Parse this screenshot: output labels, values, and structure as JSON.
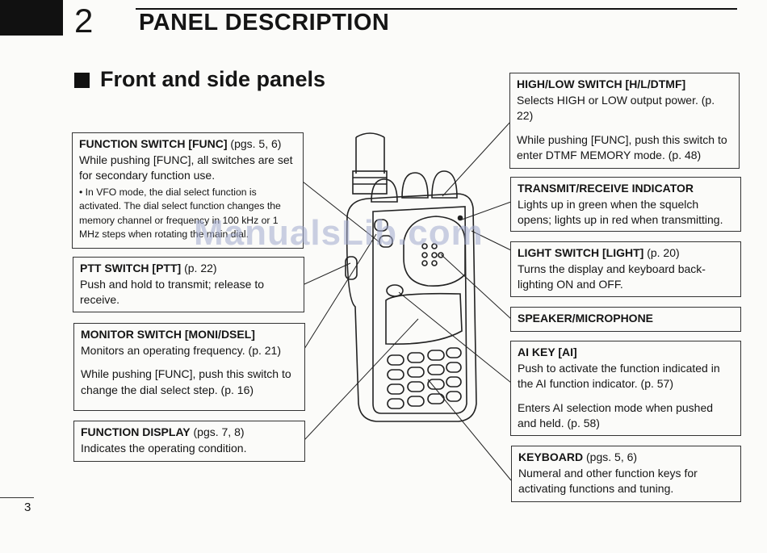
{
  "header": {
    "chapter_number": "2",
    "title": "PANEL DESCRIPTION"
  },
  "section": {
    "title": "Front and side panels"
  },
  "left_callouts": [
    {
      "title": "FUNCTION SWITCH [FUNC]",
      "ref": " (pgs. 5, 6)",
      "body": "While pushing [FUNC], all switches are set for secondary function use.",
      "note": "• In VFO mode, the dial select function is activated.  The dial select function changes the memory channel or frequency in 100 kHz or 1 MHz steps when rotating the main dial."
    },
    {
      "title": "PTT SWITCH [PTT]",
      "ref": " (p. 22)",
      "body": "Push and hold to transmit; release to receive."
    },
    {
      "title": "MONITOR SWITCH [MONI/DSEL]",
      "ref": "",
      "body": "Monitors an operating frequency. (p. 21)",
      "body2": "While pushing [FUNC], push this switch to change the dial select step. (p. 16)"
    },
    {
      "title": "FUNCTION DISPLAY",
      "ref": " (pgs. 7, 8)",
      "body": "Indicates the operating condition."
    }
  ],
  "right_callouts": [
    {
      "title": "HIGH/LOW SWITCH [H/L/DTMF]",
      "ref": "",
      "body": "Selects HIGH or LOW output power. (p. 22)",
      "body2": "While pushing [FUNC], push this switch to enter DTMF MEMORY mode. (p. 48)"
    },
    {
      "title": "TRANSMIT/RECEIVE INDICATOR",
      "ref": "",
      "body": "Lights up in green when the squelch opens; lights up in red when transmitting."
    },
    {
      "title": "LIGHT SWITCH [LIGHT]",
      "ref": " (p. 20)",
      "body": "Turns the display and keyboard back-lighting ON and OFF."
    },
    {
      "title": "SPEAKER/MICROPHONE",
      "ref": "",
      "body": ""
    },
    {
      "title": "AI KEY [AI]",
      "ref": "",
      "body": "Push to activate the function indicated in the AI function indicator. (p. 57)",
      "body2": "Enters AI selection mode when pushed and held. (p. 58)"
    },
    {
      "title": "KEYBOARD",
      "ref": " (pgs. 5, 6)",
      "body": "Numeral and other function keys for activating functions and tuning."
    }
  ],
  "footer": {
    "page_number": "3"
  },
  "watermark": "ManualsLib.com"
}
